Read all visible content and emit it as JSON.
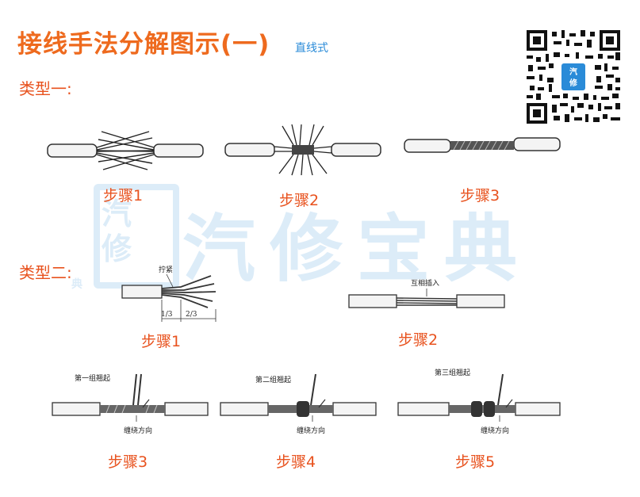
{
  "title": "接线手法分解图示(一)",
  "subtitle": "直线式",
  "type1": {
    "label": "类型一:",
    "steps": [
      "步骤1",
      "步骤2",
      "步骤3"
    ]
  },
  "type2": {
    "label": "类型二:",
    "steps": [
      "步骤1",
      "步骤2",
      "步骤3",
      "步骤4",
      "步骤5"
    ],
    "notes": {
      "twist": "拧紧",
      "third": "1/3",
      "two_thirds": "2/3",
      "insert": "互相插入",
      "group1": "第一组翘起",
      "group2": "第二组翘起",
      "group3": "第三组翘起",
      "wind": "缠绕方向"
    }
  },
  "watermark": {
    "text": "汽修宝典",
    "logo_text": "汽修",
    "side_char": "典"
  },
  "qr": {
    "logo_text": "汽修"
  },
  "colors": {
    "title": "#ee6a1e",
    "label": "#e8521e",
    "subtitle": "#2a8bd8",
    "watermark": "#dcecf8"
  }
}
